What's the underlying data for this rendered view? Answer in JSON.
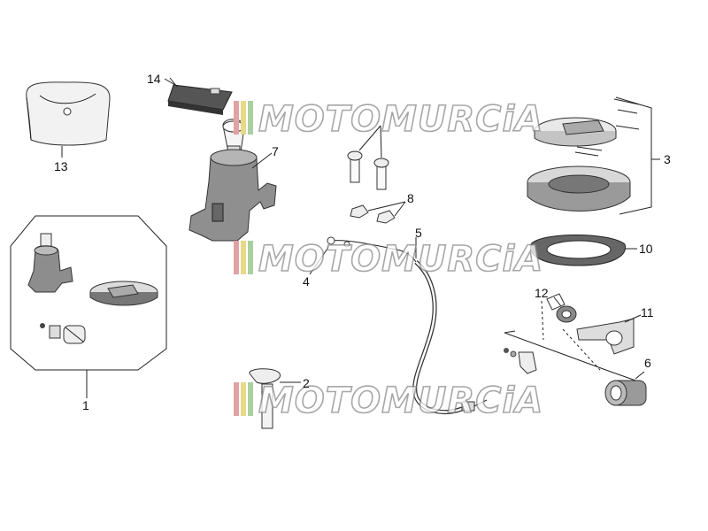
{
  "watermark": {
    "text": "MOTOMURCiA"
  },
  "callouts": {
    "c1": "1",
    "c2": "2",
    "c3": "3",
    "c4": "4",
    "c5": "5",
    "c6": "6",
    "c7": "7",
    "c8": "8",
    "c10": "10",
    "c11": "11",
    "c12": "12",
    "c13": "13",
    "c14": "14"
  },
  "colors": {
    "part_dark": "#555555",
    "part_mid": "#9a9a9a",
    "part_light": "#d6d6d6",
    "stripe_red": "#e0a2a2",
    "stripe_yellow": "#e8d88a",
    "stripe_green": "#a8d0a0"
  }
}
